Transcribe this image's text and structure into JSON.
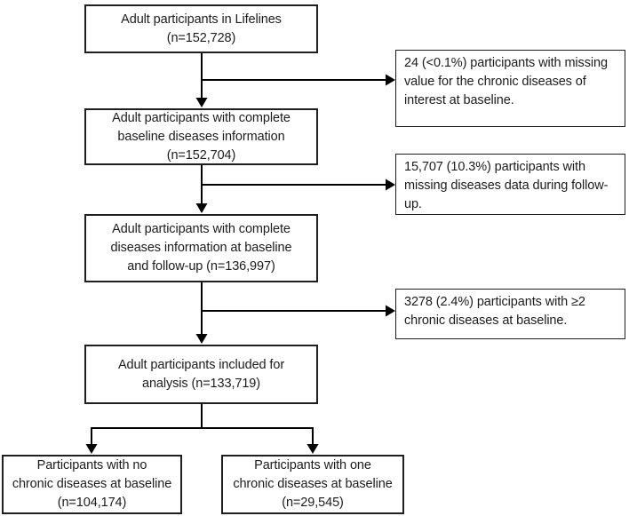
{
  "flow": {
    "main": [
      {
        "text": "Adult participants in Lifelines\n(n=152,728)"
      },
      {
        "text": "Adult participants with complete\nbaseline diseases information\n(n=152,704)"
      },
      {
        "text": "Adult participants with complete\ndiseases information at baseline\nand follow-up (n=136,997)"
      },
      {
        "text": "Adult participants included for\nanalysis (n=133,719)"
      }
    ],
    "exclusions": [
      {
        "text": "24 (<0.1%) participants with missing\nvalue for the chronic diseases of\ninterest at baseline."
      },
      {
        "text": "15,707 (10.3%) participants with\nmissing diseases data during follow-\nup."
      },
      {
        "text": "3278 (2.4%) participants with ≥2\nchronic diseases at baseline."
      }
    ],
    "outcomes": [
      {
        "text": "Participants with no\nchronic diseases at baseline\n(n=104,174)"
      },
      {
        "text": "Participants with one\nchronic diseases at baseline\n(n=29,545)"
      }
    ],
    "colors": {
      "background": "#ffffff",
      "border": "#1f1f1f",
      "text": "#1c1c1c",
      "arrow": "#000000"
    }
  }
}
